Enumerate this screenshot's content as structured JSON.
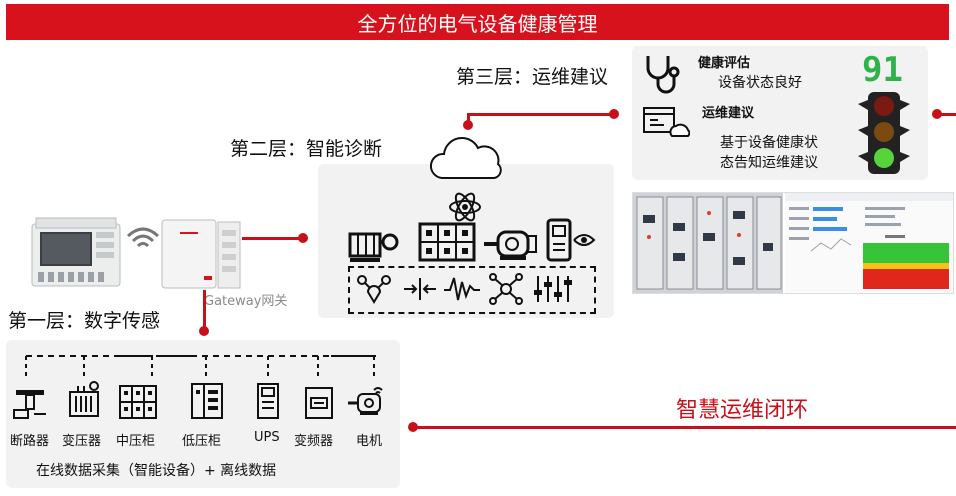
{
  "banner": {
    "title": "全方位的电气设备健康管理"
  },
  "layer3": {
    "label": "第三层：运维建议",
    "health_title": "健康评估",
    "health_status": "设备状态良好",
    "score": "91",
    "advice_title": "运维建议",
    "advice_line1": "基于设备健康状",
    "advice_line2": "态告知运维建议"
  },
  "layer2": {
    "label": "第二层：智能诊断"
  },
  "layer1": {
    "label": "第一层：数字传感",
    "gateway": "Gateway网关",
    "devices": [
      {
        "label": "断路器",
        "icon": "breaker-icon"
      },
      {
        "label": "变压器",
        "icon": "transformer-icon"
      },
      {
        "label": "中压柜",
        "icon": "mv-cabinet-icon"
      },
      {
        "label": "低压柜",
        "icon": "lv-cabinet-icon"
      },
      {
        "label": "UPS",
        "icon": "ups-icon"
      },
      {
        "label": "变频器",
        "icon": "vfd-icon"
      },
      {
        "label": "电机",
        "icon": "motor-icon"
      }
    ],
    "footer": "在线数据采集（智能设备）+ 离线数据"
  },
  "loop": {
    "label": "智慧运维闭环"
  },
  "colors": {
    "brand_red": "#d8121d",
    "score_green": "#2db34a"
  }
}
